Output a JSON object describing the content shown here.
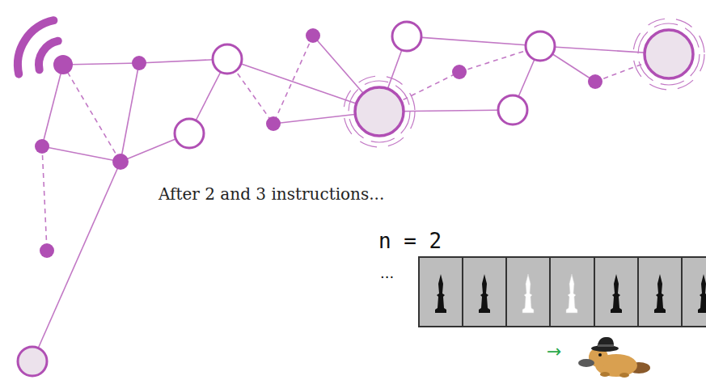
{
  "diagram": {
    "labels": [
      "After 2 and 3 instructions...",
      "n = 2",
      "...",
      "→"
    ]
  }
}
